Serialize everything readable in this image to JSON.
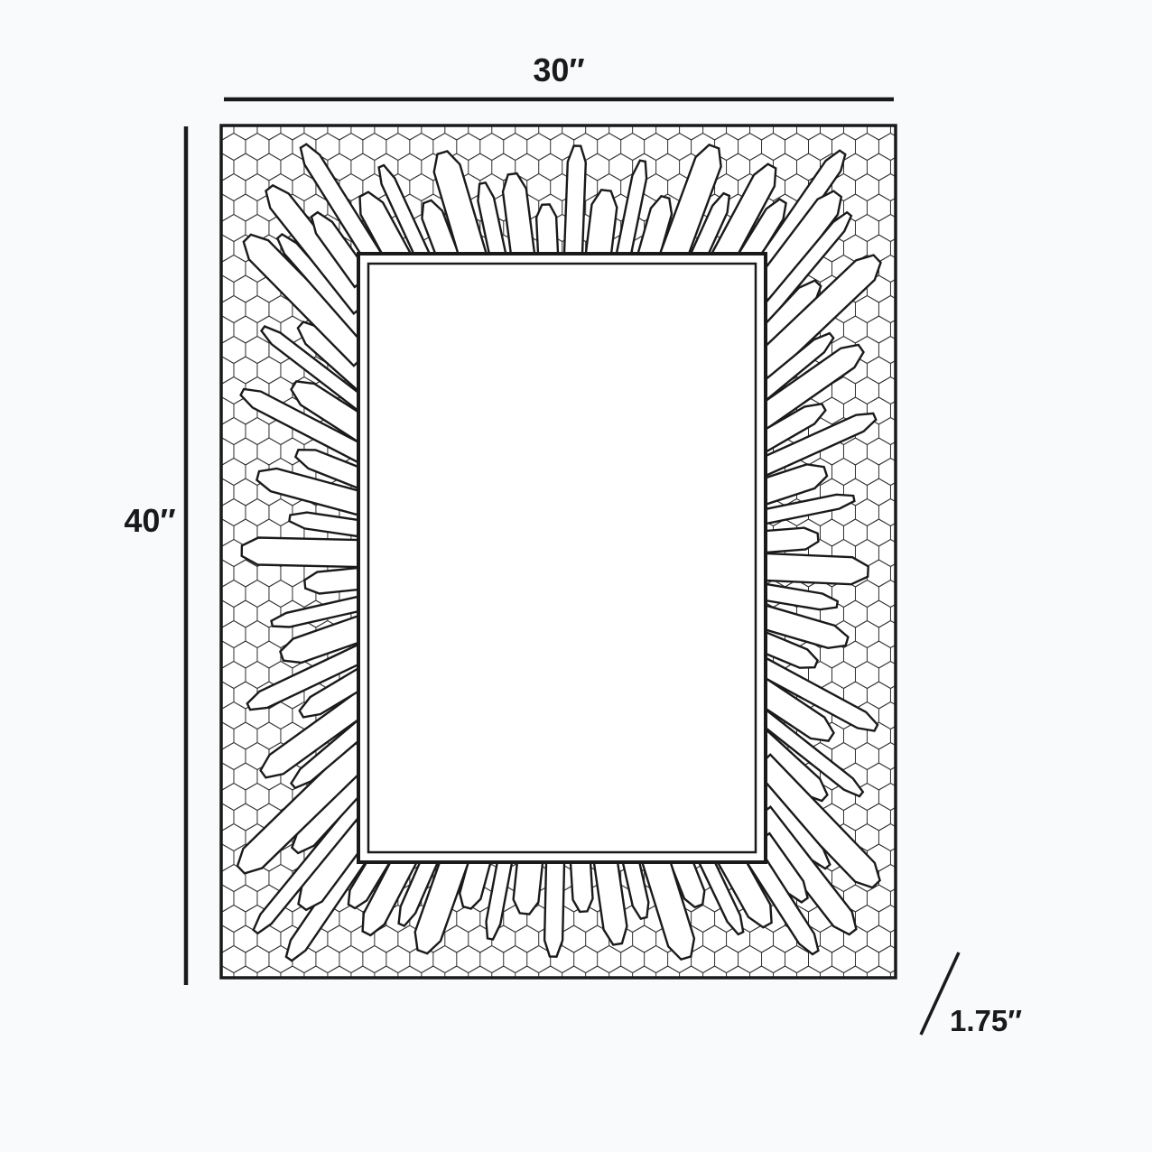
{
  "diagram": {
    "subject": "rectangular sunburst mosaic mirror frame dimension drawing",
    "width_label": "30″",
    "height_label": "40″",
    "depth_label": "1.75″",
    "colors": {
      "ink": "#1a1a1a",
      "hex_line": "#2e2e2e",
      "fill": "#ffffff",
      "background": "#f8fafc"
    }
  }
}
